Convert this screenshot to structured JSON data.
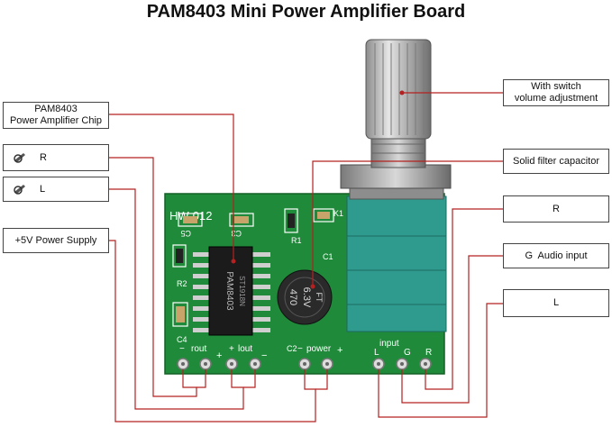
{
  "title": "PAM8403 Mini Power Amplifier Board",
  "labels": {
    "chip": "PAM8403\nPower Amplifier Chip",
    "speaker_r": "R",
    "speaker_l": "L",
    "power_supply": "+5V Power Supply",
    "volume": "With switch\nvolume adjustment",
    "capacitor": "Solid filter capacitor",
    "input_r": "R",
    "input_g": "G  Audio input",
    "input_l": "L"
  },
  "board": {
    "model": "HW-012",
    "chip_marking": "PAM8403",
    "chip_code": "ST1918N",
    "capacitor_value": "470",
    "capacitor_voltage": "6.3V",
    "capacitor_brand": "FT",
    "silkscreen": {
      "c5": "C5",
      "c3": "C3",
      "r1": "R1",
      "c1": "C1",
      "k1": "K1",
      "r2": "R2",
      "c4": "C4",
      "c2": "C2",
      "rout": "rout",
      "lout": "lout",
      "power": "power",
      "input": "input",
      "l": "L",
      "g": "G",
      "r": "R",
      "minus": "−",
      "plus": "+"
    }
  },
  "colors": {
    "leader_line": "#b52020",
    "pcb": "#1f8a3a",
    "pcb_dark": "#166a2b",
    "potentiometer": "#2e9b8e",
    "capacitor": "#2a2a2a"
  }
}
